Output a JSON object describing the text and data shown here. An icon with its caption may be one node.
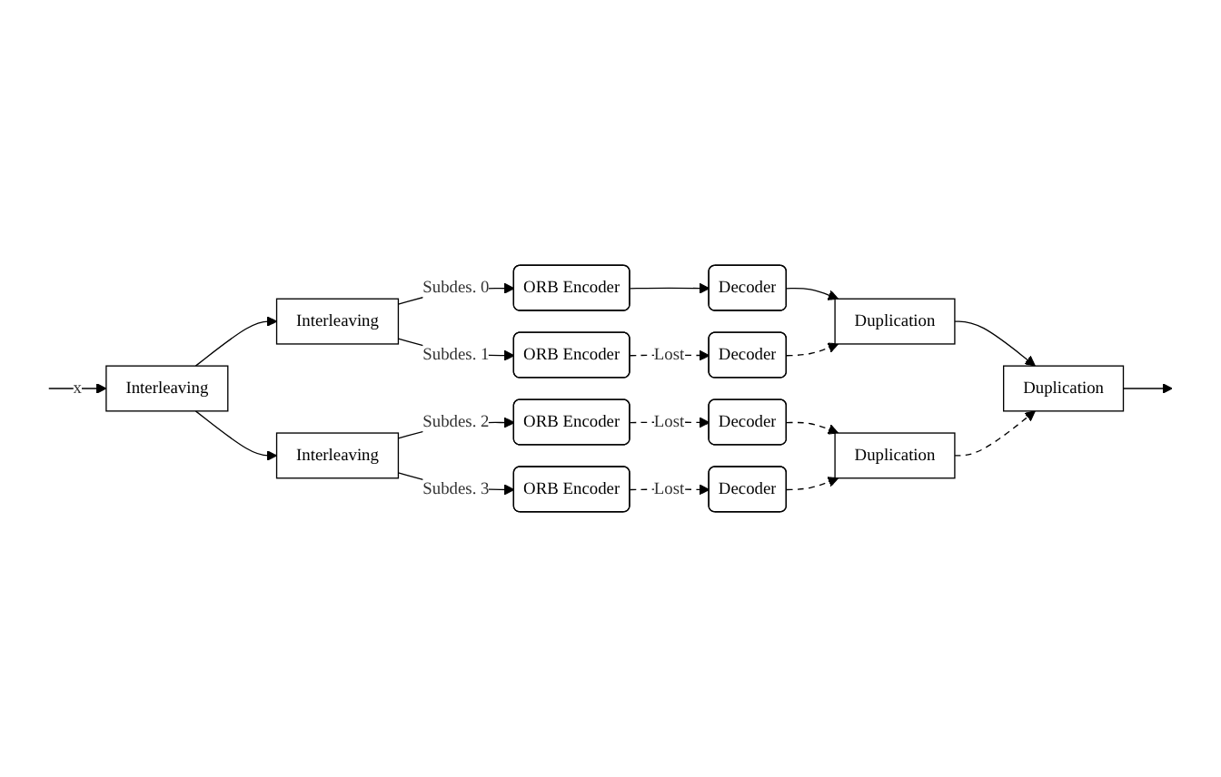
{
  "diagram": {
    "nodes": [
      {
        "text": [
          "Interleaving"
        ]
      },
      {
        "text": [
          "Interleaving"
        ]
      },
      {
        "text": [
          "Interleaving"
        ]
      },
      {
        "text": [
          "ORB Encoder"
        ]
      },
      {
        "text": [
          "Decoder"
        ]
      },
      {
        "text": [
          "ORB Encoder"
        ]
      },
      {
        "text": [
          "Decoder"
        ]
      },
      {
        "text": [
          "ORB Encoder"
        ]
      },
      {
        "text": [
          "Decoder"
        ]
      },
      {
        "text": [
          "ORB Encoder"
        ]
      },
      {
        "text": [
          "Decoder"
        ]
      },
      {
        "text": [
          "Duplication"
        ]
      },
      {
        "text": [
          "Duplication"
        ]
      },
      {
        "text": [
          "Duplication"
        ]
      }
    ],
    "edges": [
      {
        "from": null,
        "to": 0,
        "arrow": "to",
        "label": "x"
      },
      {
        "from": 0,
        "to": 1,
        "arrow": "to"
      },
      {
        "from": 0,
        "to": 2,
        "arrow": "to"
      },
      {
        "from": 1,
        "to": 3,
        "arrow": "to",
        "label": "Subdes. 0"
      },
      {
        "from": 1,
        "to": 5,
        "arrow": "to",
        "label": "Subdes. 1"
      },
      {
        "from": 2,
        "to": 7,
        "arrow": "to",
        "label": "Subdes. 2"
      },
      {
        "from": 2,
        "to": 9,
        "arrow": "to",
        "label": "Subdes. 3"
      },
      {
        "from": 3,
        "to": 4,
        "arrow": "to"
      },
      {
        "from": 5,
        "to": 6,
        "arrow": "to",
        "label": "Lost",
        "style": "dashed"
      },
      {
        "from": 7,
        "to": 8,
        "arrow": "to",
        "label": "Lost",
        "style": "dashed"
      },
      {
        "from": 9,
        "to": 10,
        "arrow": "to",
        "label": "Lost",
        "style": "dashed"
      },
      {
        "from": 4,
        "to": 11,
        "arrow": "to"
      },
      {
        "from": 6,
        "to": 11,
        "arrow": "to",
        "style": "dashed"
      },
      {
        "from": 8,
        "to": 12,
        "arrow": "to",
        "style": "dashed"
      },
      {
        "from": 10,
        "to": 12,
        "arrow": "to",
        "style": "dashed"
      },
      {
        "from": 11,
        "to": 13,
        "arrow": "to"
      },
      {
        "from": 12,
        "to": 13,
        "arrow": "to",
        "style": "dashed"
      },
      {
        "from": 13,
        "to": null,
        "arrow": "to"
      }
    ]
  }
}
